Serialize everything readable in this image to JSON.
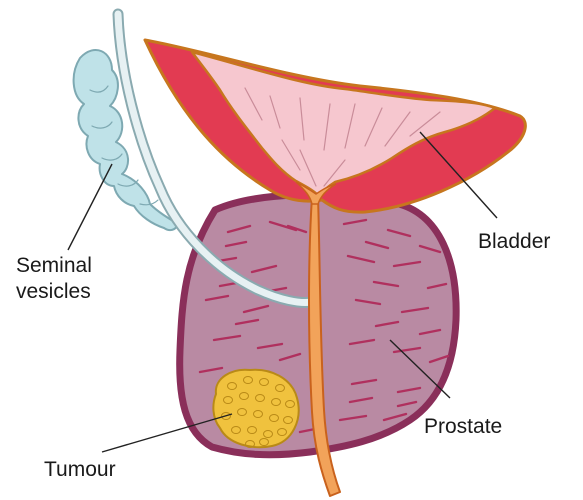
{
  "labels": {
    "seminal": [
      "Seminal",
      "vesicles"
    ],
    "bladder": "Bladder",
    "prostate": "Prostate",
    "tumour": "Tumour"
  },
  "colors": {
    "prostate_fill": "#b98aa3",
    "prostate_outline": "#8a2f5a",
    "prostate_streak": "#b0305e",
    "bladder_wall": "#e23b52",
    "bladder_outline": "#c7761e",
    "bladder_lining": "#f6c7cf",
    "urethra_fill": "#f2a35a",
    "urethra_outline": "#c9621d",
    "vas_fill": "#e7f1f3",
    "vesicle_fill": "#bfe2e8",
    "vesicle_outline": "#7ea9b2",
    "tumour_fill": "#f0c23e",
    "tumour_outline": "#b98a17",
    "leader_line": "#222222"
  }
}
